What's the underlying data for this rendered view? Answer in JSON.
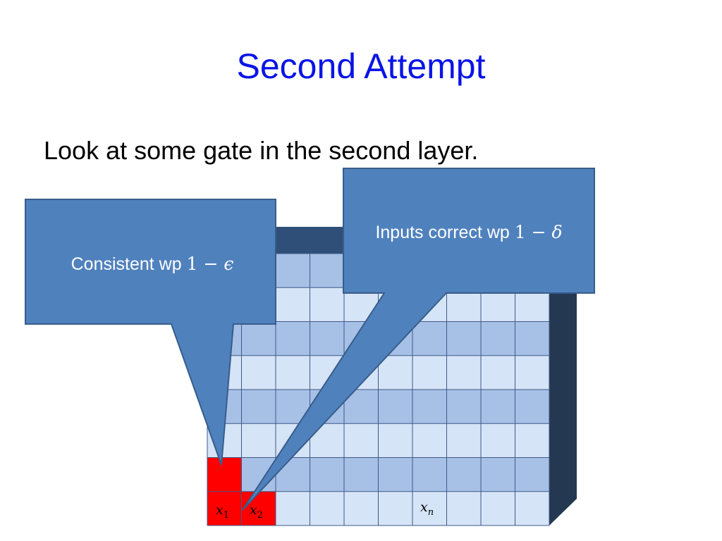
{
  "slide": {
    "title": "Second Attempt",
    "bullet": "Look at some gate in the second layer."
  },
  "grid": {
    "rows": 8,
    "cols": 10,
    "highlighted_cells": [
      {
        "row": 7,
        "col": 0
      },
      {
        "row": 7,
        "col": 1
      },
      {
        "row": 6,
        "col": 0
      }
    ],
    "labels": {
      "x1_base": "x",
      "x1_sub": "1",
      "x2_base": "x",
      "x2_sub": "2",
      "xn_base": "x",
      "xn_sub": "n"
    },
    "colors": {
      "highlight": "#ff0000",
      "dark_side": "#243852",
      "top_band": "#2f4f78",
      "row_even": "#a7c0e6",
      "row_odd": "#d6e4f7",
      "grid_line": "#3c5a8a"
    }
  },
  "callouts": {
    "left": {
      "text": "Consistent wp ",
      "math_one": "1",
      "math_op": " − ",
      "math_var": "ϵ"
    },
    "right": {
      "text": "Inputs correct wp ",
      "math_one": "1",
      "math_op": " − ",
      "math_var": "δ"
    },
    "fill": "#4f81bd",
    "stroke": "#385d8a"
  }
}
